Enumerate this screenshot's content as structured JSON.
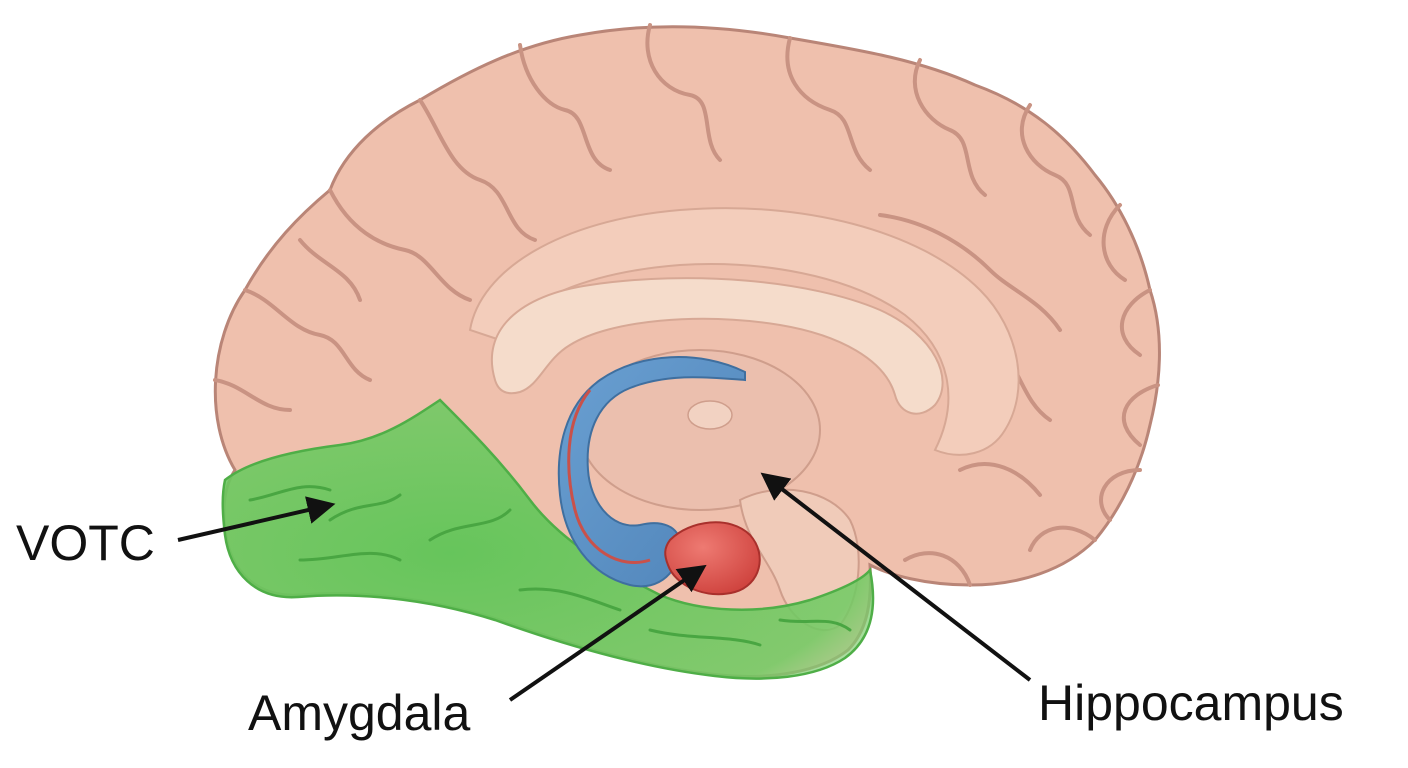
{
  "labels": {
    "votc": "VOTC",
    "amygdala": "Amygdala",
    "hippocampus": "Hippocampus"
  },
  "colors": {
    "background": "#ffffff",
    "brain_fill": "#efc0ad",
    "brain_outline": "#b98577",
    "gyri_lines": "#c99383",
    "inner_region": "#f3d8c5",
    "votc_region": "#5fc557",
    "hippocampus_structure": "#5b8fc4",
    "amygdala_structure": "#d9534f",
    "arrows": "#111111"
  },
  "icons": {
    "arrow": "arrow-icon"
  }
}
